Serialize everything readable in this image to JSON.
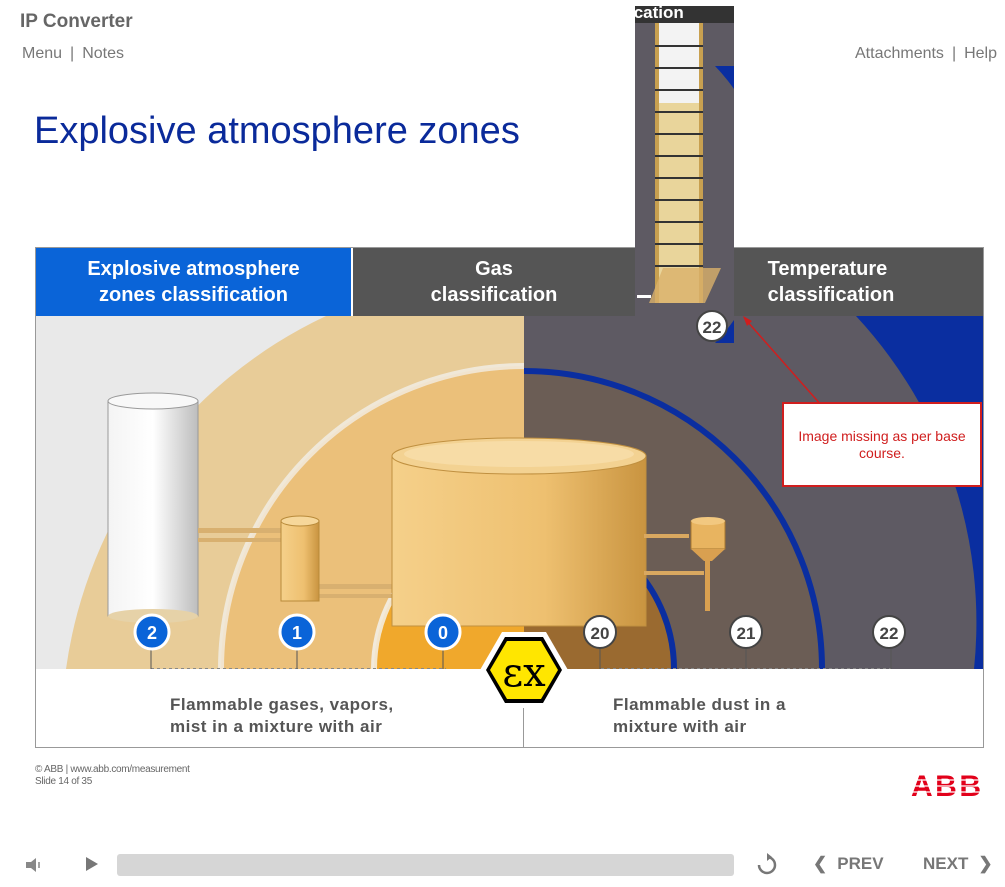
{
  "app": {
    "title": "IP Converter"
  },
  "topnav": {
    "menu": "Menu",
    "notes": "Notes",
    "attachments": "Attachments",
    "help": "Help",
    "separator": "|"
  },
  "slide": {
    "title": "Explosive atmosphere zones",
    "headers": {
      "zones": [
        "Explosive atmosphere",
        "zones classification"
      ],
      "gas": [
        "Gas",
        "classification"
      ],
      "temperature": [
        "Temperature",
        "classification"
      ]
    },
    "zone_badges_gas": [
      "2",
      "1",
      "0"
    ],
    "zone_badges_dust": [
      "20",
      "21",
      "22"
    ],
    "overlay_badge": "22",
    "overlay_caption": "ication",
    "bottom_left": [
      "Flammable gases, vapors,",
      "mist in a mixture with air"
    ],
    "bottom_right": [
      "Flammable dust in a",
      "mixture with air"
    ],
    "ex_symbol": "εx",
    "note": "Image missing as per base course."
  },
  "footer": {
    "line1": "© ABB | www.abb.com/measurement",
    "line2": "Slide 14 of 35",
    "logo": "ABB"
  },
  "player": {
    "prev": "PREV",
    "next": "NEXT",
    "progress": 0
  },
  "colors": {
    "abb_red": "#e2001a",
    "header_blue": "#0a64d8",
    "header_grey": "#555555",
    "title_blue": "#0a2a9a",
    "zone_orange": "#e8a030",
    "dust_blue": "#0a2ea0"
  }
}
